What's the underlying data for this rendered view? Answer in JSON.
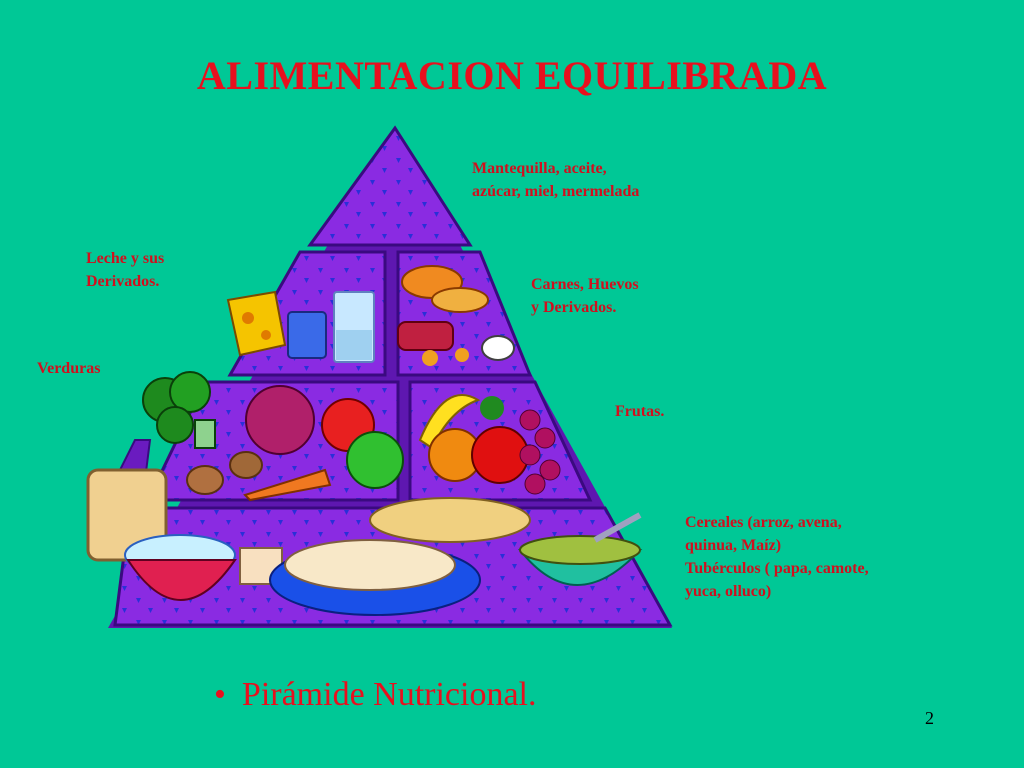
{
  "slide": {
    "title": "ALIMENTACION EQUILIBRADA",
    "labels": {
      "fats": [
        "Mantequilla, aceite,",
        "azúcar, miel, mermelada"
      ],
      "dairy": [
        "Leche y sus",
        "Derivados."
      ],
      "meat": [
        "Carnes, Huevos",
        "y Derivados."
      ],
      "vegetables": "Verduras",
      "fruits": "Frutas.",
      "cereals": [
        "Cereales (arroz, avena,",
        "quinua, Maíz)",
        "Tubérculos ( papa, camote,",
        "yuca, olluco)"
      ]
    },
    "bullet": "Pirámide Nutricional.",
    "page_number": "2"
  },
  "colors": {
    "background": "#00C896",
    "title": "#E8101E",
    "pyramid": "#7A1FD0"
  }
}
